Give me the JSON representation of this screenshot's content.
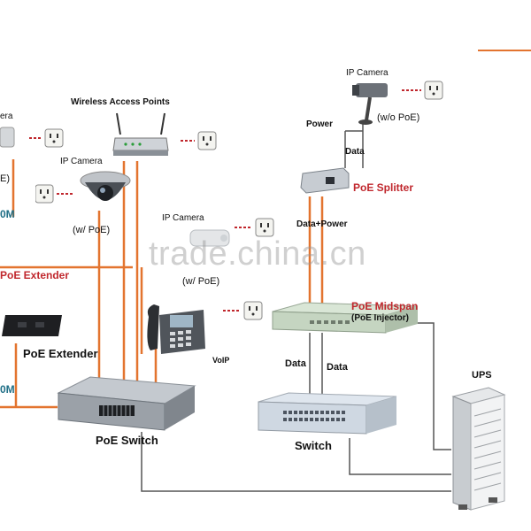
{
  "diagram": {
    "labels": {
      "ip_camera_left_partial": "era",
      "ip_camera_center": "IP Camera",
      "ip_camera_middle": "IP Camera",
      "ip_camera_top_right": "IP Camera",
      "wireless_access_points": "Wireless Access Points",
      "wo_poe": "(w/o  PoE)",
      "w_poe_camera": "(w/ PoE)",
      "w_poe_middle": "(w/ PoE)",
      "paren_e": "E)",
      "power": "Power",
      "data_splitter": "Data",
      "poe_splitter": "PoE Splitter",
      "data_power": "Data+Power",
      "poe_midspan": "PoE Midspan",
      "poe_injector": "(PoE Injector)",
      "voip": "VoIP",
      "data_left": "Data",
      "data_right": "Data",
      "ups": "UPS",
      "switch": "Switch",
      "poe_switch": "PoE Switch",
      "poe_extender_top": "PoE Extender",
      "poe_extender": "PoE Extender",
      "dist_top": "0M",
      "dist_bottom": "0M"
    },
    "watermark": "trade.china.cn",
    "colors": {
      "poe_wire": "#e3742f",
      "data_wire": "#555555",
      "accent": "#c0272d",
      "teal": "#1f6f86"
    }
  }
}
